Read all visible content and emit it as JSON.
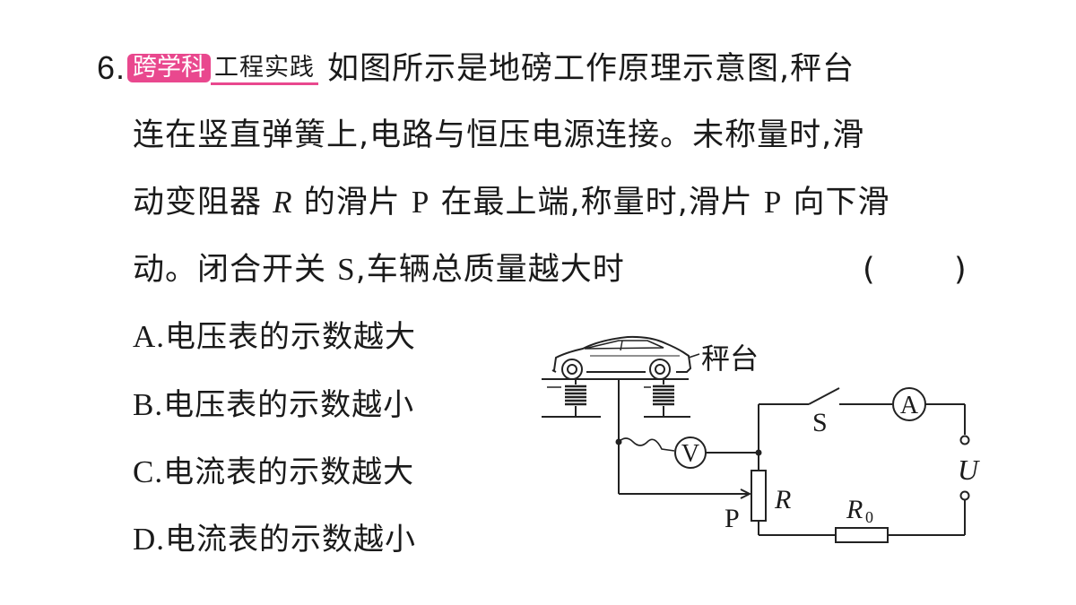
{
  "question": {
    "number": "6.",
    "tag": "跨学科",
    "subtag": "工程实践",
    "line1": "如图所示是地磅工作原理示意图,秤台",
    "line2": "连在竖直弹簧上,电路与恒压电源连接。未称量时,滑",
    "line3_a": "动变阻器",
    "line3_var": "R",
    "line3_b": "的滑片",
    "line3_p1": "P",
    "line3_c": "在最上端,称量时,滑片",
    "line3_p2": "P",
    "line3_d": "向下滑",
    "line4_a": "动。闭合开关",
    "line4_s": "S",
    "line4_b": ",车辆总质量越大时",
    "paren_open": "(",
    "paren_close": ")"
  },
  "options": [
    {
      "letter": "A.",
      "text": "电压表的示数越大"
    },
    {
      "letter": "B.",
      "text": "电压表的示数越小"
    },
    {
      "letter": "C.",
      "text": "电流表的示数越大"
    },
    {
      "letter": "D.",
      "text": "电流表的示数越小"
    }
  ],
  "diagram": {
    "platform_label": "秤台",
    "voltmeter": "V",
    "ammeter": "A",
    "switch_label": "S",
    "slider_label": "P",
    "rheostat_label": "R",
    "resistor_label": "R",
    "resistor_subscript": "0",
    "source_label": "U"
  }
}
